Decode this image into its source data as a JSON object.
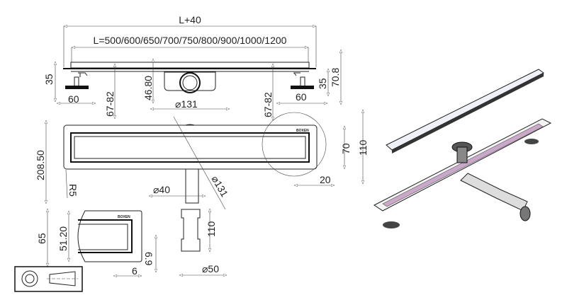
{
  "title_dims": {
    "overall_length": "L+40",
    "lengths": "L=500/600/650/700/750/800/900/1000/1200"
  },
  "side_view": {
    "foot_height_left": "35",
    "foot_width_left": "60",
    "height_range_left": "67-82",
    "drain_height": "46.80",
    "drain_diameter": "⌀131",
    "height_range_right": "67-82",
    "foot_width_right": "60",
    "foot_height_right": "35",
    "total_height": "70.8"
  },
  "plan_view": {
    "overall_width": "208.50",
    "corner_radius": "R5",
    "outlet_diameter": "⌀40",
    "drain_diameter": "⌀131",
    "grate_width": "70",
    "channel_width": "110",
    "edge_offset": "20",
    "brand": "BOXEN"
  },
  "detail_view": {
    "height": "65",
    "inner_height": "51.20",
    "offset_vertical": "6.9",
    "offset_horizontal": "6",
    "brand": "BOXEN"
  },
  "pipe_view": {
    "pipe_length": "110",
    "pipe_diameter": "⌀50"
  }
}
